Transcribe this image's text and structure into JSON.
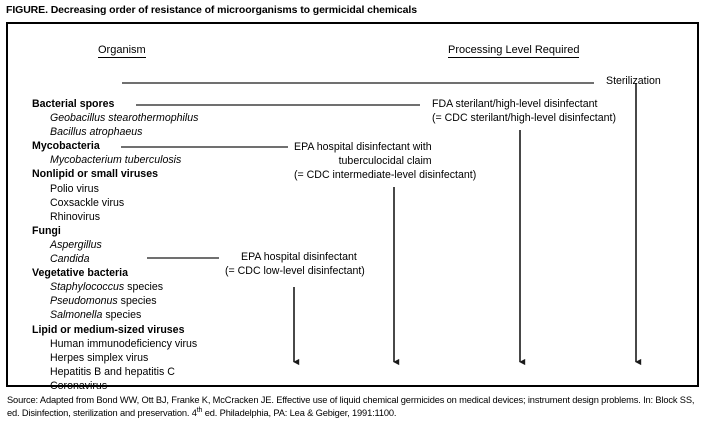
{
  "figure": {
    "caption": "FIGURE. Decreasing order of resistance of microorganisms to germicidal chemicals",
    "columns": {
      "organism": "Organism",
      "processing": "Processing Level Required"
    }
  },
  "organism_list": [
    {
      "type": "category",
      "label": "Bacterial spores"
    },
    {
      "type": "species",
      "label": "Geobacillus stearothermophilus",
      "style": "italic"
    },
    {
      "type": "species",
      "label": "Bacillus atrophaeus",
      "style": "italic"
    },
    {
      "type": "category",
      "label": "Mycobacteria"
    },
    {
      "type": "species",
      "label": "Mycobacterium tuberculosis",
      "style": "italic"
    },
    {
      "type": "category",
      "label": "Nonlipid or small viruses"
    },
    {
      "type": "species",
      "label": "Polio virus",
      "style": "roman"
    },
    {
      "type": "species",
      "label": "Coxsackle virus",
      "style": "roman"
    },
    {
      "type": "species",
      "label": "Rhinovirus",
      "style": "roman"
    },
    {
      "type": "category",
      "label": "Fungi"
    },
    {
      "type": "species",
      "label": "Aspergillus",
      "style": "italic"
    },
    {
      "type": "species",
      "label": "Candida",
      "style": "italic"
    },
    {
      "type": "category",
      "label": "Vegetative bacteria"
    },
    {
      "type": "species",
      "label": "Staphylococcus species",
      "style": "italic-first",
      "italic_part": "Staphylococcus",
      "roman_part": " species"
    },
    {
      "type": "species",
      "label": "Pseudomonus species",
      "style": "italic-first",
      "italic_part": "Pseudomonus",
      "roman_part": " species"
    },
    {
      "type": "species",
      "label": "Salmonella species",
      "style": "italic-first",
      "italic_part": "Salmonella",
      "roman_part": " species"
    },
    {
      "type": "category",
      "label": "Lipid or medium-sized viruses"
    },
    {
      "type": "species",
      "label": "Human immunodeficiency virus",
      "style": "roman"
    },
    {
      "type": "species",
      "label": "Herpes simplex virus",
      "style": "roman"
    },
    {
      "type": "species",
      "label": "Hepatitis B and hepatitis C",
      "style": "roman"
    },
    {
      "type": "species",
      "label": "Coronavirus",
      "style": "roman"
    }
  ],
  "processing_levels": {
    "sterilization": "Sterilization",
    "fda_line1": "FDA sterilant/high-level disinfectant",
    "fda_line2": "(= CDC sterilant/high-level disinfectant)",
    "epa_tb_line1": "EPA hospital disinfectant with",
    "epa_tb_line2": "tuberculocidal claim",
    "epa_tb_line3": "(= CDC intermediate-level disinfectant)",
    "epa_low_line1": "EPA hospital disinfectant",
    "epa_low_line2": "(= CDC low-level disinfectant)"
  },
  "source": {
    "line1": "Source: Adapted from Bond WW, Ott BJ, Franke K, McCracken JE. Effective use of liquid chemical germicides on medical devices; instrument design",
    "line2_a": "problems. In: Block SS, ed. Disinfection, sterilization and preservation. 4",
    "line2_sup": "th",
    "line2_b": " ed. Philadelphia, PA: Lea & Gebiger, 1991:1100."
  },
  "colors": {
    "ink": "#000000",
    "background": "#ffffff"
  }
}
